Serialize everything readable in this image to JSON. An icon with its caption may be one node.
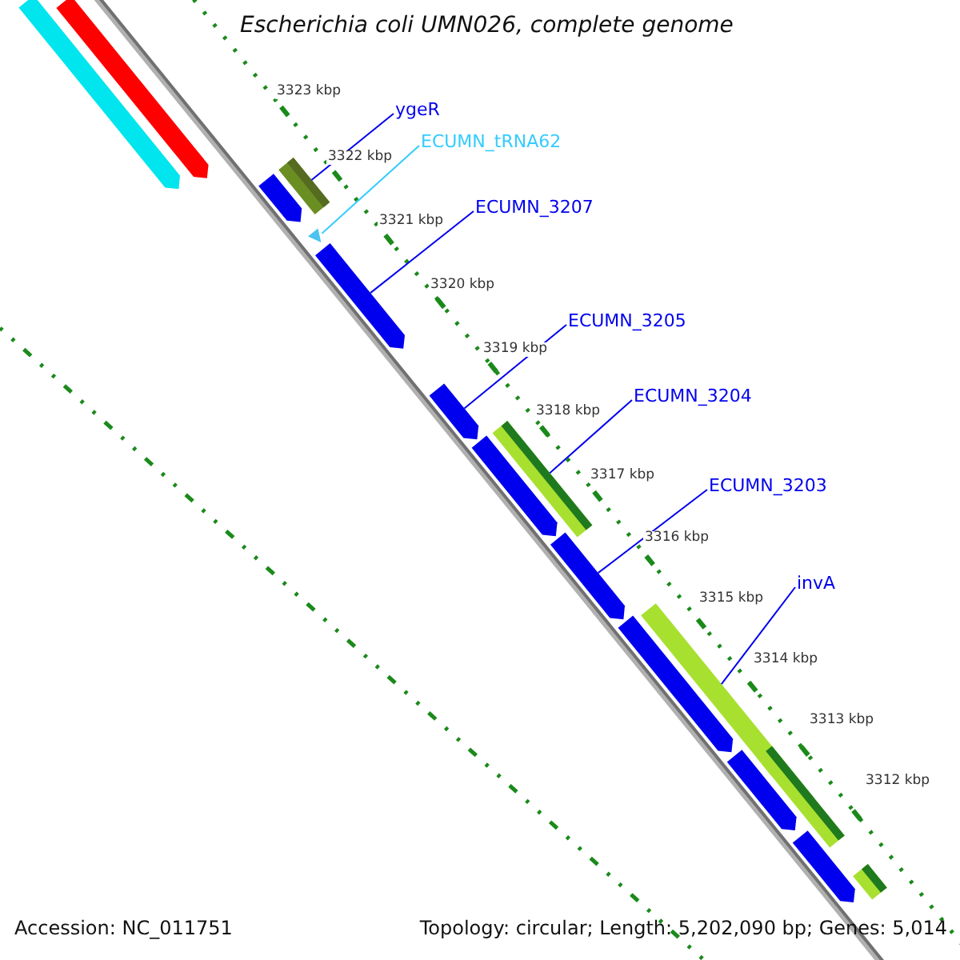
{
  "diagram": {
    "title": "Escherichia coli UMN026, complete genome",
    "nodes": [
      {
        "text": [
          "ygeR"
        ]
      },
      {
        "text": [],
        "shape": "bar"
      },
      {
        "text": [
          "ECUMN_tRNA62"
        ]
      },
      {
        "text": [],
        "shape": "triangle"
      },
      {
        "text": [
          "ECUMN_3207"
        ]
      },
      {
        "text": [],
        "shape": "bar"
      },
      {
        "text": [
          "ECUMN_3205"
        ]
      },
      {
        "text": [],
        "shape": "bar"
      },
      {
        "text": [
          "ECUMN_3204"
        ]
      },
      {
        "text": [],
        "shape": "bar"
      },
      {
        "text": [
          "ECUMN_3203"
        ]
      },
      {
        "text": [],
        "shape": "bar"
      },
      {
        "text": [
          "invA"
        ]
      },
      {
        "text": [],
        "shape": "bar"
      },
      {
        "text": [],
        "shape": "bar"
      },
      {
        "text": [],
        "shape": "bar"
      },
      {
        "text": [],
        "shape": "bar"
      },
      {
        "text": [],
        "shape": "bar"
      },
      {
        "text": [],
        "shape": "bar"
      },
      {
        "text": [],
        "shape": "bar"
      },
      {
        "text": [],
        "shape": "bar"
      },
      {
        "text": [],
        "shape": "bar"
      },
      {
        "text": [],
        "shape": "bar"
      }
    ],
    "edges": [
      {
        "from": 0,
        "to": 1,
        "arrow": "none"
      },
      {
        "from": 2,
        "to": 3,
        "arrow": "none",
        "color": "#33ccff"
      },
      {
        "from": 4,
        "to": 5,
        "arrow": "none"
      },
      {
        "from": 6,
        "to": 7,
        "arrow": "none"
      },
      {
        "from": 8,
        "to": 9,
        "arrow": "none"
      },
      {
        "from": 10,
        "to": 11,
        "arrow": "none"
      },
      {
        "from": 12,
        "to": 13,
        "arrow": "none"
      }
    ],
    "labels": [
      "3323 kbp",
      "3322 kbp",
      "3321 kbp",
      "3320 kbp",
      "3319 kbp",
      "3318 kbp",
      "3317 kbp",
      "3316 kbp",
      "3315 kbp",
      "3314 kbp",
      "3313 kbp",
      "3312 kbp",
      "Accession: NC_011751",
      "Topology: circular; Length: 5,202,090 bp; Genes: 5,014"
    ]
  }
}
